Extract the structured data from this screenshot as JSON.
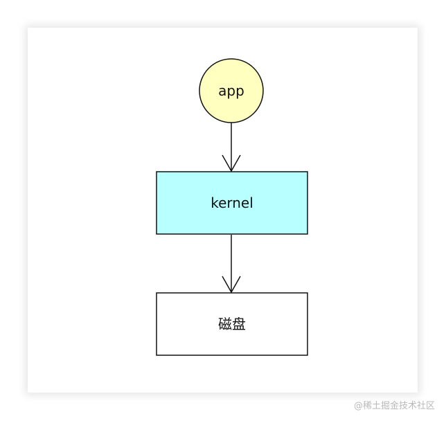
{
  "diagram": {
    "nodes": {
      "app": {
        "label": "app",
        "fill": "#ffffc0"
      },
      "kernel": {
        "label": "kernel",
        "fill": "#b8ffff"
      },
      "disk": {
        "label": "磁盘",
        "fill": "#ffffff"
      }
    },
    "edges": [
      {
        "from": "app",
        "to": "kernel"
      },
      {
        "from": "kernel",
        "to": "disk"
      }
    ]
  },
  "watermark": "@稀土掘金技术社区"
}
